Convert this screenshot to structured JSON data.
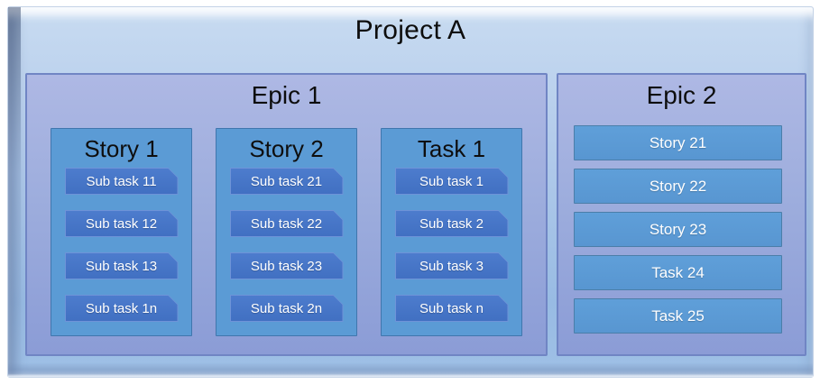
{
  "project": {
    "title": "Project A",
    "epics": [
      {
        "title": "Epic 1",
        "groups": [
          {
            "title": "Story 1",
            "subtasks": [
              "Sub task 11",
              "Sub task 12",
              "Sub task 13",
              "Sub task 1n"
            ]
          },
          {
            "title": "Story 2",
            "subtasks": [
              "Sub task 21",
              "Sub task 22",
              "Sub task 23",
              "Sub task 2n"
            ]
          },
          {
            "title": "Task 1",
            "subtasks": [
              "Sub task 1",
              "Sub task 2",
              "Sub task 3",
              "Sub task n"
            ]
          }
        ]
      },
      {
        "title": "Epic 2",
        "items": [
          "Story 21",
          "Story 22",
          "Story 23",
          "Task 24",
          "Task 25"
        ]
      }
    ]
  },
  "colors": {
    "project_fill_top": "#c8dbf1",
    "project_fill_bottom": "#98bbe3",
    "epic_fill_top": "#aeb8e4",
    "epic_fill_bottom": "#8b9cd6",
    "epic_border": "#7085c4",
    "group_fill": "#5b9bd5",
    "group_border": "#4076ad",
    "subtask_fill": "#4472c4",
    "subtask_border": "#6e93d8",
    "item_fill": "#5b9bd5",
    "item_border": "#4b7ea9",
    "title_text": "#0d0d0d",
    "light_text": "#ffffff"
  }
}
